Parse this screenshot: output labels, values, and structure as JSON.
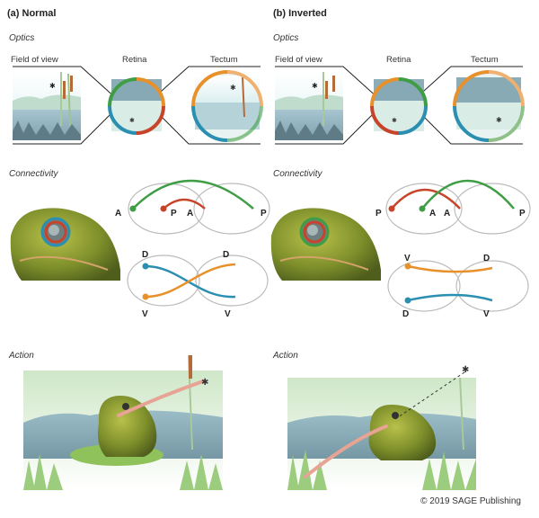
{
  "panels": [
    {
      "title": "(a) Normal",
      "optics": {
        "section": "Optics",
        "field_label": "Field of view",
        "retina_label": "Retina",
        "tectum_label": "Tectum"
      },
      "connectivity": {
        "section": "Connectivity",
        "ap": {
          "left_a": "A",
          "left_p": "P",
          "right_a": "A",
          "right_p": "P"
        },
        "dv": {
          "left_top": "D",
          "left_bottom": "V",
          "right_top": "D",
          "right_bottom": "V"
        }
      },
      "action": {
        "section": "Action"
      }
    },
    {
      "title": "(b) Inverted",
      "optics": {
        "section": "Optics",
        "field_label": "Field of view",
        "retina_label": "Retina",
        "tectum_label": "Tectum"
      },
      "connectivity": {
        "section": "Connectivity",
        "ap": {
          "left_p": "P",
          "left_a": "A",
          "right_a": "A",
          "right_p": "P"
        },
        "dv": {
          "left_top": "V",
          "left_bottom": "D",
          "right_top": "D",
          "right_bottom": "V"
        }
      },
      "action": {
        "section": "Action"
      }
    }
  ],
  "copyright": "© 2019 SAGE Publishing",
  "colors": {
    "green": "#3f9e45",
    "red": "#c7442a",
    "orange": "#e8912a",
    "blue": "#2a8fb0",
    "outline": "#bbbbbb"
  }
}
